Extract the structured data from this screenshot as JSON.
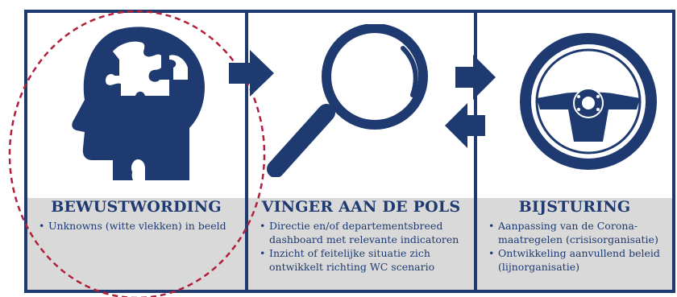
{
  "panels": [
    {
      "title": "BEWUSTWORDING",
      "icon": "head-puzzle-icon",
      "bullets": [
        "Unknowns (witte vlekken) in beeld"
      ]
    },
    {
      "title": "VINGER AAN DE POLS",
      "icon": "magnifier-icon",
      "bullets": [
        "Directie en/of departementsbreed dashboard met relevante indicatoren",
        "Inzicht of feitelijke situatie zich ontwikkelt richting WC scenario"
      ]
    },
    {
      "title": "BIJSTURING",
      "icon": "steering-wheel-icon",
      "bullets": [
        "Aanpassing van de Corona-maatregelen (crisisorganisatie)",
        "Ontwikkeling aanvullend beleid (lijnorganisatie)"
      ]
    }
  ],
  "colors": {
    "navy": "#1e3a70",
    "grey": "#d9d9d9",
    "highlight": "#b0203a"
  }
}
